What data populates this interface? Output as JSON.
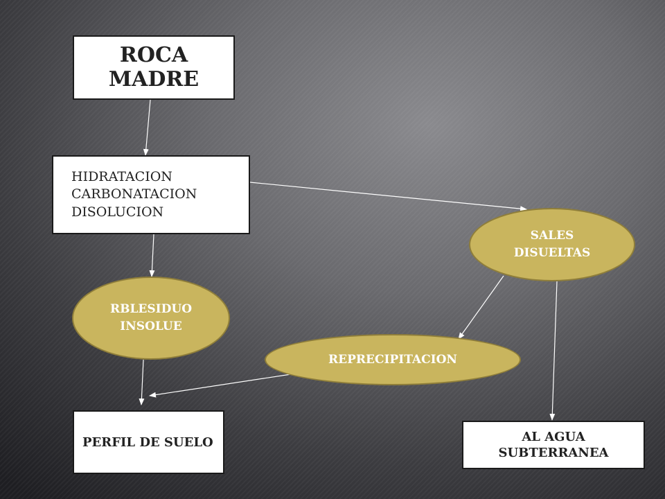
{
  "nodes": {
    "roca_madre": [
      "ROCA",
      "MADRE"
    ],
    "procesos": [
      "HIDRATACION",
      "CARBONATACION",
      "DISOLUCION"
    ],
    "sales_disueltas": [
      "SALES",
      "DISUELTAS"
    ],
    "residuo_insoluble": [
      "RBLESIDUO",
      "INSOLUE"
    ],
    "reprecipitacion": "REPRECIPITACION",
    "perfil_de_suelo": "PERFIL DE SUELO",
    "al_agua_subterranea": [
      "AL AGUA",
      "SUBTERRANEA"
    ]
  },
  "edges": [
    {
      "from": "roca_madre",
      "to": "procesos"
    },
    {
      "from": "procesos",
      "to": "sales_disueltas"
    },
    {
      "from": "procesos",
      "to": "residuo_insoluble"
    },
    {
      "from": "sales_disueltas",
      "to": "reprecipitacion"
    },
    {
      "from": "sales_disueltas",
      "to": "al_agua_subterranea"
    },
    {
      "from": "residuo_insoluble",
      "to": "perfil_de_suelo"
    },
    {
      "from": "reprecipitacion",
      "to": "perfil_de_suelo"
    }
  ],
  "colors": {
    "box_fill": "#ffffff",
    "box_border": "#1a1a1a",
    "ellipse_fill": "#c9b55e",
    "ellipse_border": "#8f7e3a",
    "arrow": "#ffffff",
    "background": "#55555a"
  }
}
